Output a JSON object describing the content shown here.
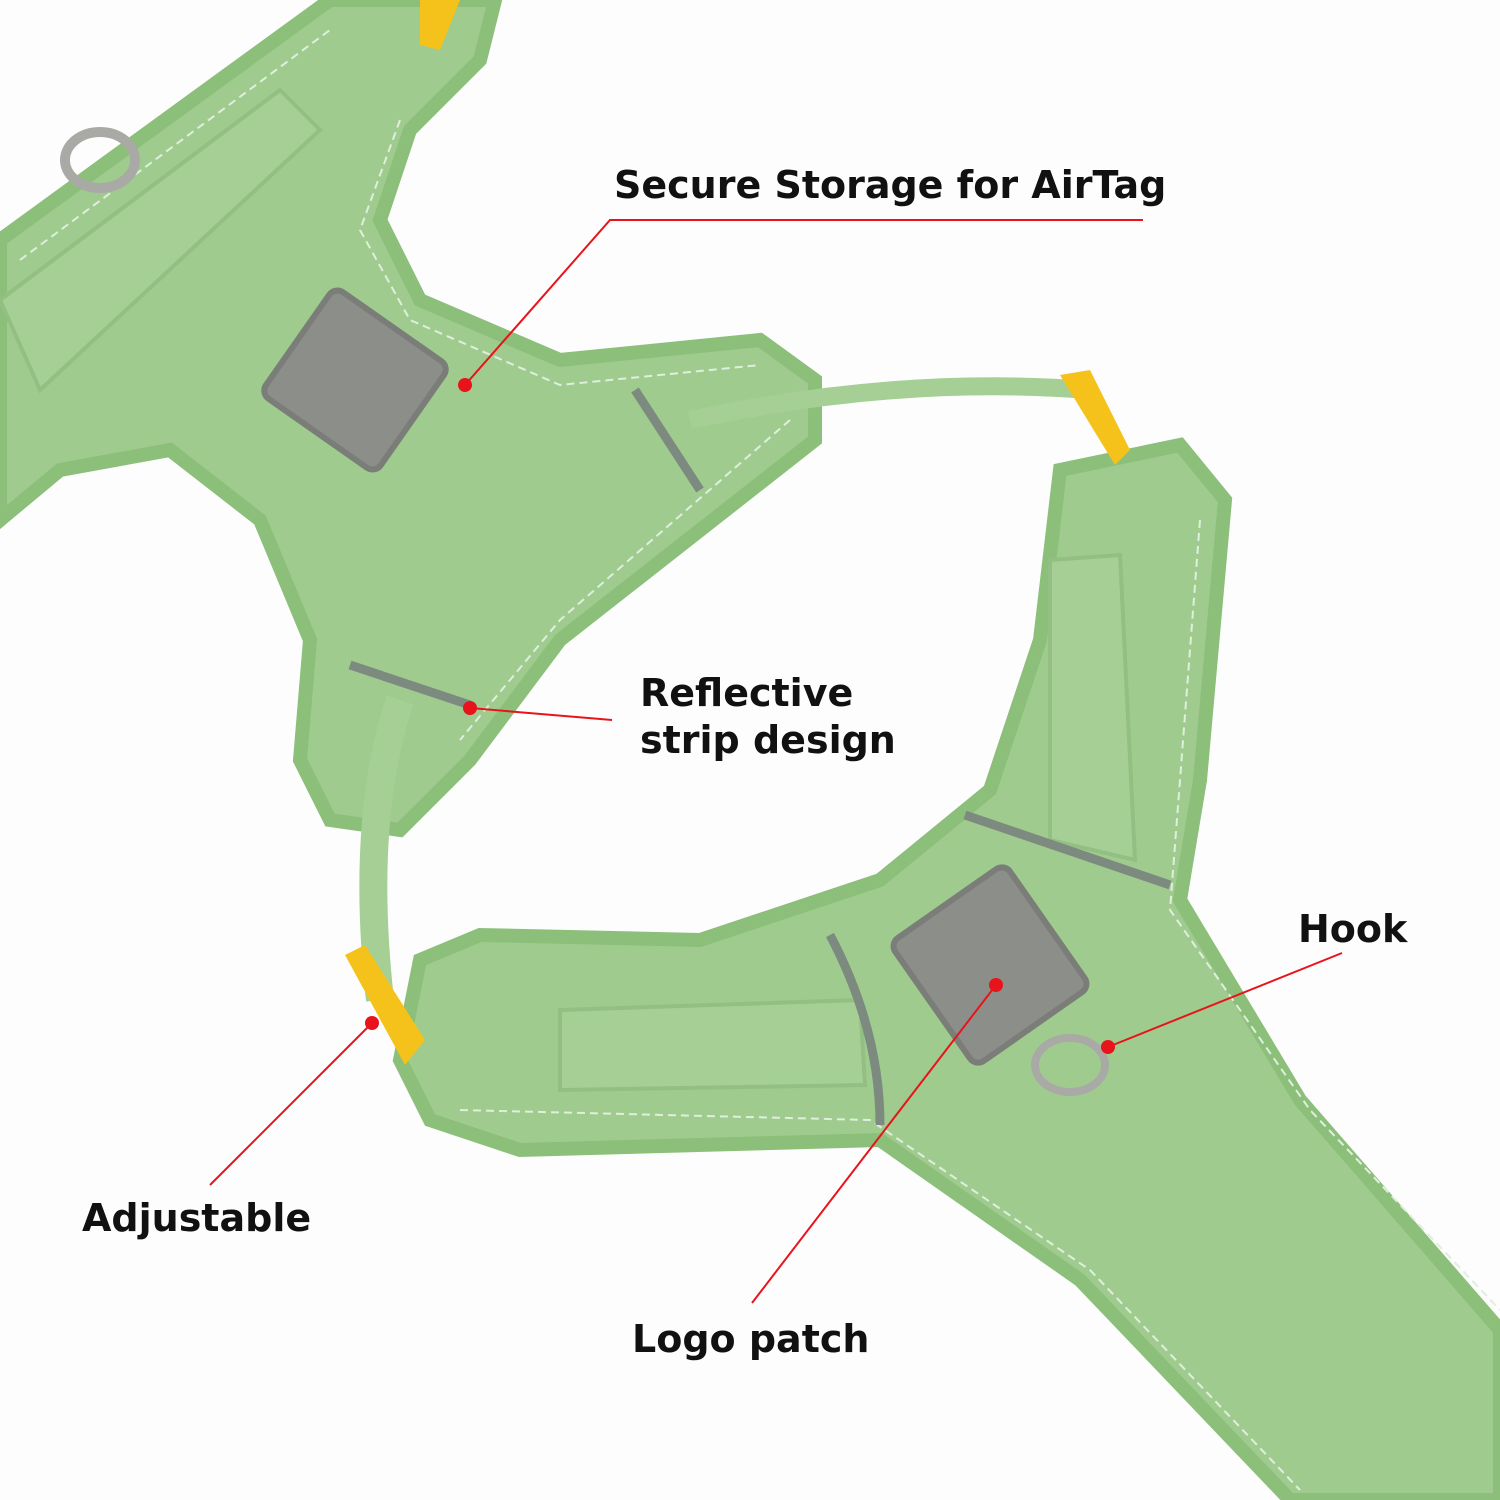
{
  "callouts": {
    "airtag": "Secure Storage for AirTag",
    "reflective_line1": "Reflective",
    "reflective_line2": "strip design",
    "hook": "Hook",
    "adjustable": "Adjustable",
    "logo": "Logo patch"
  },
  "colors": {
    "harness": "#9fcc8e",
    "edge": "#8cbf7a",
    "strip": "#7d8a7f",
    "buckle": "#f5c21b",
    "callout": "#e8141b"
  }
}
